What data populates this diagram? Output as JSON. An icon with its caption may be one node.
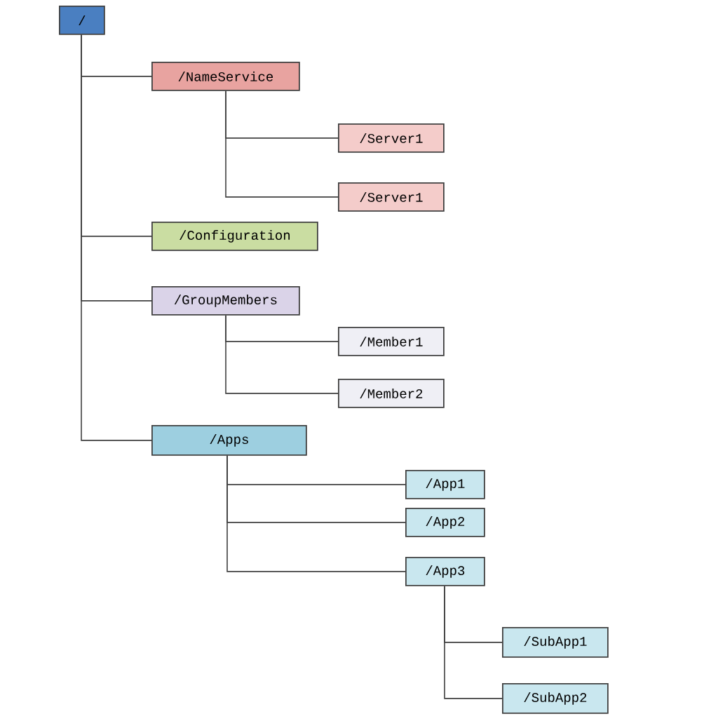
{
  "diagram": {
    "nodes": [
      {
        "text": [
          "/"
        ]
      },
      {
        "text": [
          "/NameService"
        ]
      },
      {
        "text": [
          "/Server1"
        ]
      },
      {
        "text": [
          "/Server1"
        ]
      },
      {
        "text": [
          "/Configuration"
        ]
      },
      {
        "text": [
          "/GroupMembers"
        ]
      },
      {
        "text": [
          "/Member1"
        ]
      },
      {
        "text": [
          "/Member2"
        ]
      },
      {
        "text": [
          "/Apps"
        ]
      },
      {
        "text": [
          "/App1"
        ]
      },
      {
        "text": [
          "/App2"
        ]
      },
      {
        "text": [
          "/App3"
        ]
      },
      {
        "text": [
          "/SubApp1"
        ]
      },
      {
        "text": [
          "/SubApp2"
        ]
      }
    ],
    "edges": [
      {
        "from": 0,
        "to": 1,
        "arrow": "none"
      },
      {
        "from": 1,
        "to": 2,
        "arrow": "none"
      },
      {
        "from": 1,
        "to": 3,
        "arrow": "none"
      },
      {
        "from": 0,
        "to": 4,
        "arrow": "none"
      },
      {
        "from": 0,
        "to": 5,
        "arrow": "none"
      },
      {
        "from": 5,
        "to": 6,
        "arrow": "none"
      },
      {
        "from": 5,
        "to": 7,
        "arrow": "none"
      },
      {
        "from": 0,
        "to": 8,
        "arrow": "none"
      },
      {
        "from": 8,
        "to": 9,
        "arrow": "none"
      },
      {
        "from": 8,
        "to": 10,
        "arrow": "none"
      },
      {
        "from": 8,
        "to": 11,
        "arrow": "none"
      },
      {
        "from": 11,
        "to": 12,
        "arrow": "none"
      },
      {
        "from": 11,
        "to": 13,
        "arrow": "none"
      }
    ]
  }
}
